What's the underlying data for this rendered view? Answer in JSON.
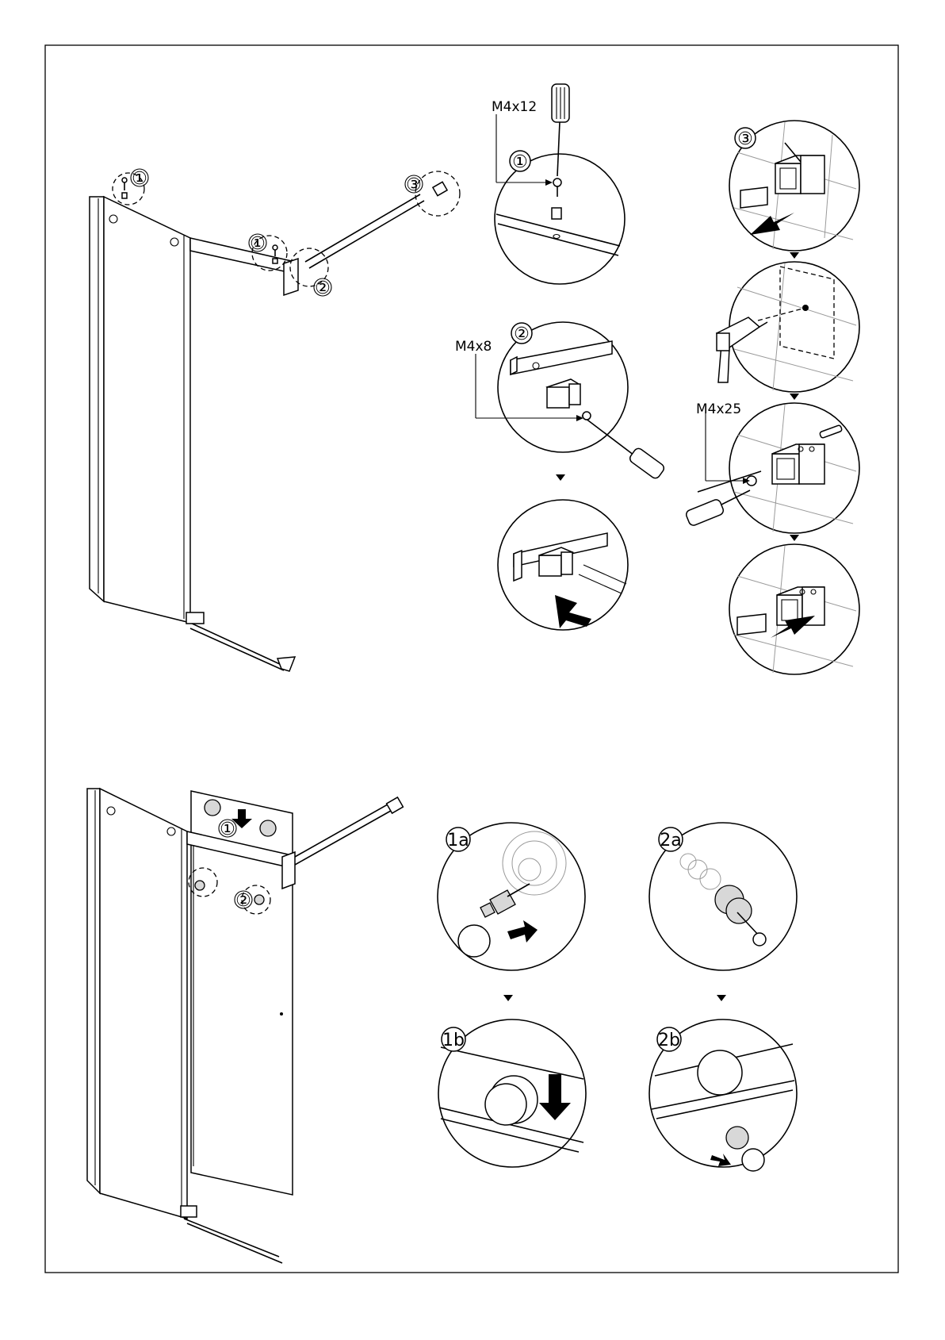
{
  "top_section": {
    "overview_callouts": [
      "①",
      "①",
      "②",
      "③"
    ],
    "detail_1": {
      "badge": "①",
      "screw_label": "M4x12"
    },
    "detail_2": {
      "badge": "②",
      "screw_label": "M4x8"
    },
    "detail_3": {
      "badge": "③",
      "screw_label": "M4x25"
    }
  },
  "bottom_section": {
    "overview_callouts": [
      "①",
      "②"
    ],
    "detail_1a": {
      "badge": "1a"
    },
    "detail_1b": {
      "badge": "1b"
    },
    "detail_2a": {
      "badge": "2a"
    },
    "detail_2b": {
      "badge": "2b"
    }
  },
  "icons": [
    "screwdriver-icon",
    "drill-icon",
    "wall-bracket-icon",
    "knob-icon",
    "arrow-icon"
  ]
}
